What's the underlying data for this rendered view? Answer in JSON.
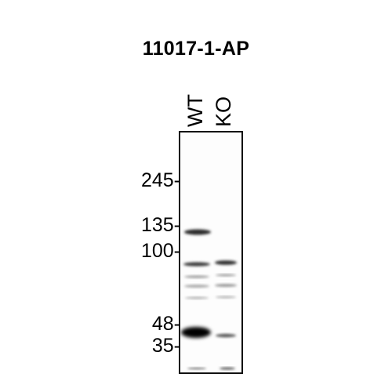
{
  "title": "11017-1-AP",
  "lanes": [
    {
      "label": "WT"
    },
    {
      "label": "KO"
    }
  ],
  "markers": [
    {
      "label": "245-"
    },
    {
      "label": "135-"
    },
    {
      "label": "100-"
    },
    {
      "label": "48-"
    },
    {
      "label": "35-"
    }
  ]
}
